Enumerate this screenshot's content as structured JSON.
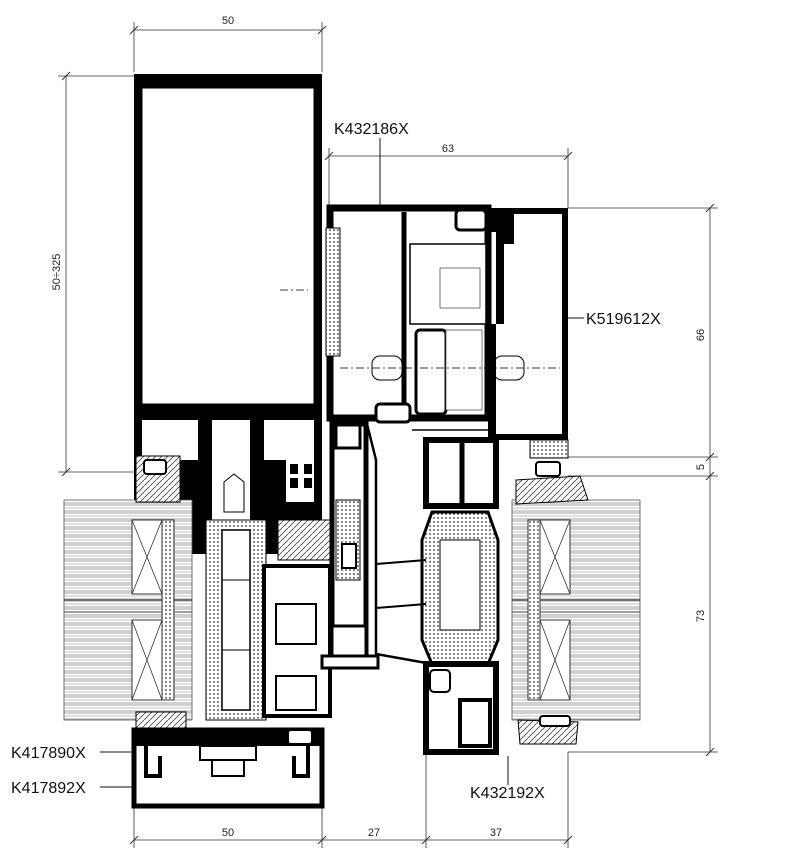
{
  "dimensions": {
    "top_width": "50",
    "left_height": "50÷325",
    "sash_width": "63",
    "right_upper": "66",
    "right_gap": "5",
    "right_lower": "73",
    "bottom_left": "50",
    "bottom_mid": "27",
    "bottom_right": "37"
  },
  "profile_codes": {
    "sash_top": "K432186X",
    "frame_right": "K519612X",
    "gasket_upper": "K417890X",
    "gasket_lower": "K417892X",
    "bottom_profile": "K432192X"
  }
}
